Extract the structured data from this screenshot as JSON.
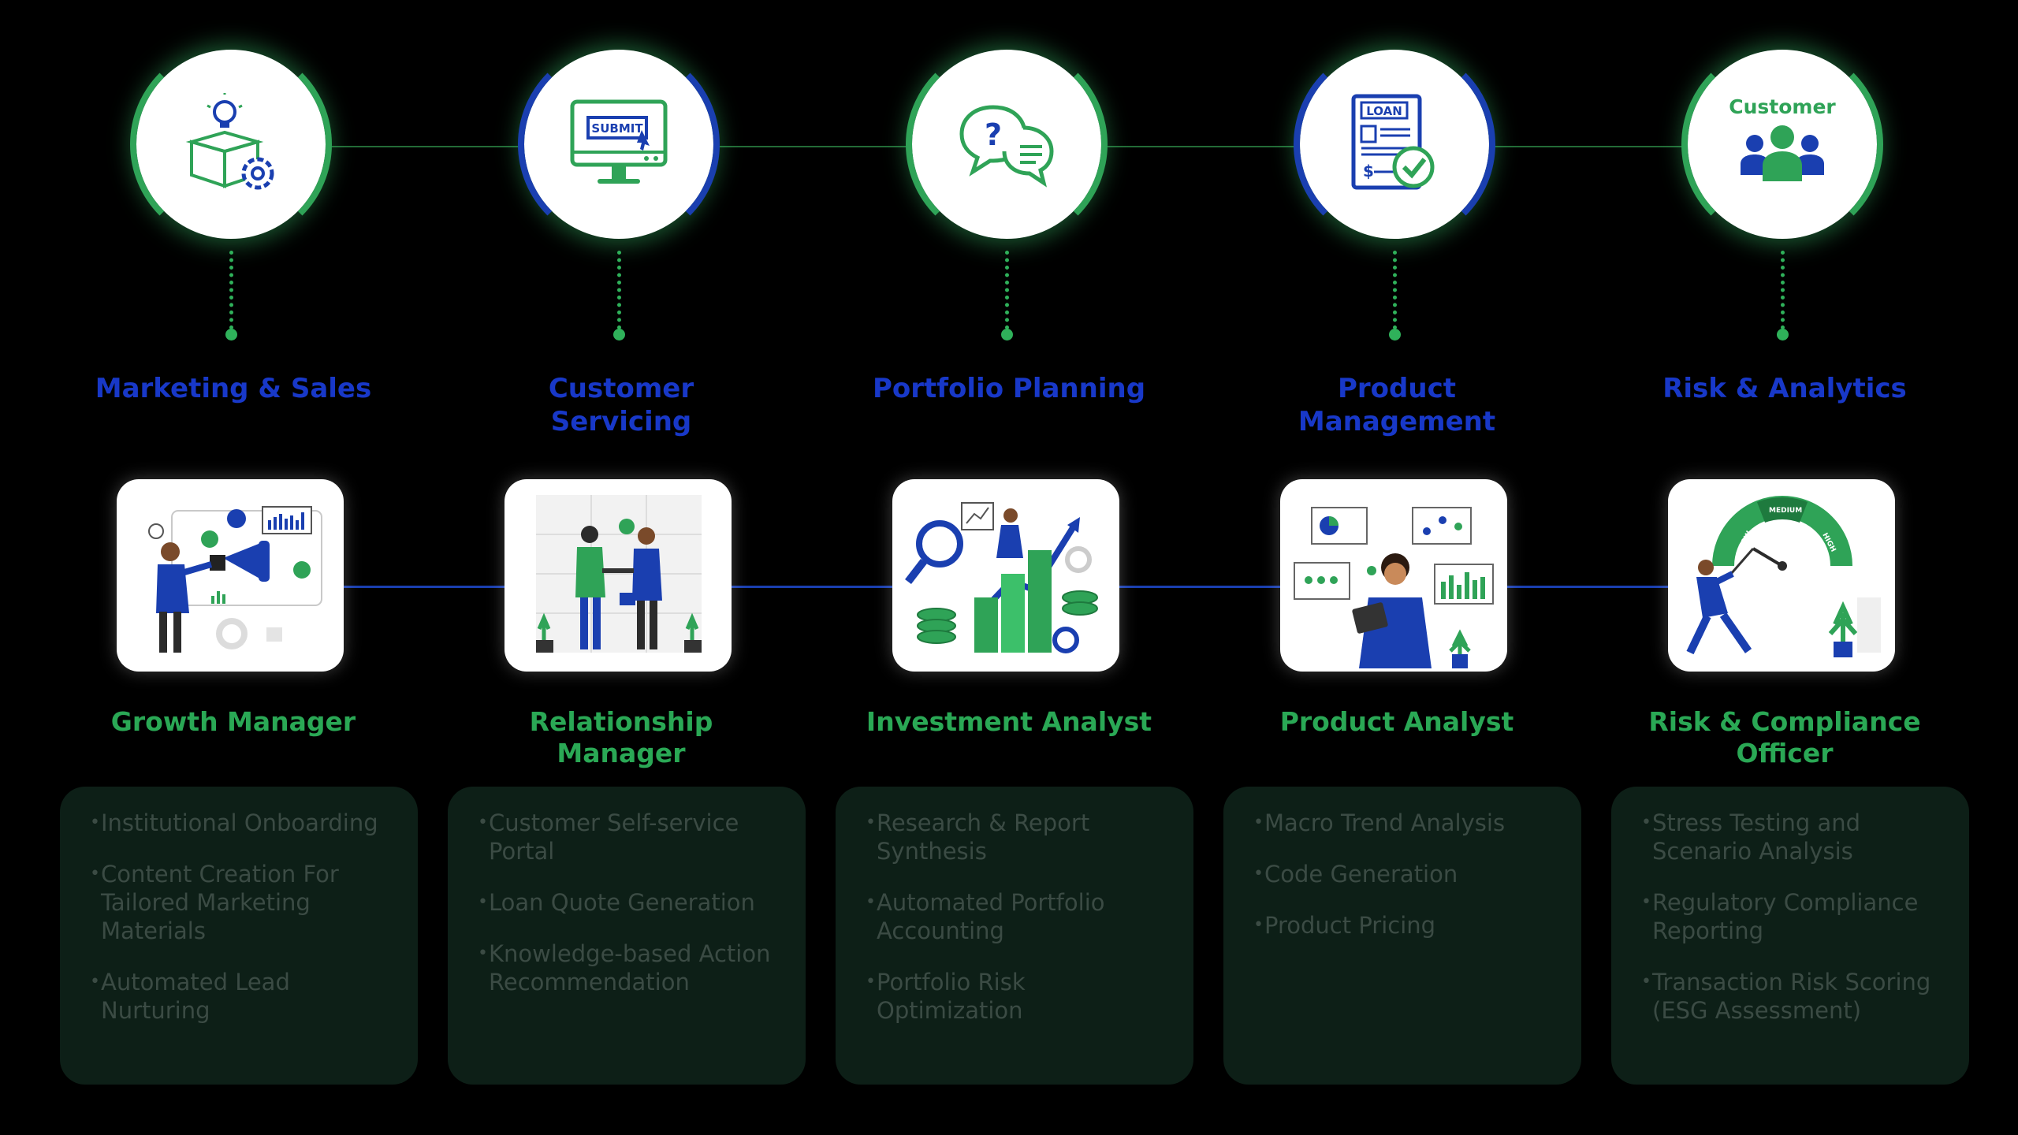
{
  "colors": {
    "background": "#000000",
    "area_title": "#1838c8",
    "role_title": "#2aa855",
    "card_bg": "#0d1f17",
    "card_text": "#3b4b44",
    "accent_green": "#2fa357",
    "accent_blue": "#1a3fb0"
  },
  "columns": [
    {
      "area": "Marketing & Sales",
      "icon": "idea-box-gear-icon",
      "role": "Growth Manager",
      "illustration": "marketing-megaphone-illustration",
      "bullets": [
        "Institutional Onboarding",
        "Content Creation For Tailored Marketing Materials",
        "Automated Lead Nurturing"
      ]
    },
    {
      "area": "Customer Servicing",
      "icon": "submit-monitor-icon",
      "icon_text": "SUBMIT",
      "role": "Relationship Manager",
      "illustration": "handshake-illustration",
      "bullets": [
        "Customer Self-service Portal",
        "Loan Quote Generation",
        "Knowledge-based Action Recommendation"
      ]
    },
    {
      "area": "Portfolio Planning",
      "icon": "question-chat-bubbles-icon",
      "icon_text": "?",
      "role": "Investment Analyst",
      "illustration": "investment-growth-illustration",
      "bullets": [
        "Research & Report Synthesis",
        "Automated Portfolio Accounting",
        "Portfolio Risk Optimization"
      ]
    },
    {
      "area": "Product Management",
      "icon": "loan-document-check-icon",
      "icon_text": "LOAN",
      "role": "Product Analyst",
      "illustration": "analyst-dashboard-illustration",
      "bullets": [
        "Macro Trend Analysis",
        "Code Generation",
        "Product Pricing"
      ]
    },
    {
      "area": "Risk & Analytics",
      "icon": "customer-group-icon",
      "icon_text": "Customer",
      "role": "Risk & Compliance Officer",
      "illustration": "risk-gauge-illustration",
      "gauge_labels": [
        "LOW",
        "MEDIUM",
        "HIGH"
      ],
      "bullets": [
        "Stress Testing and Scenario Analysis",
        "Regulatory Compliance Reporting",
        "Transaction Risk Scoring (ESG Assessment)"
      ]
    }
  ]
}
